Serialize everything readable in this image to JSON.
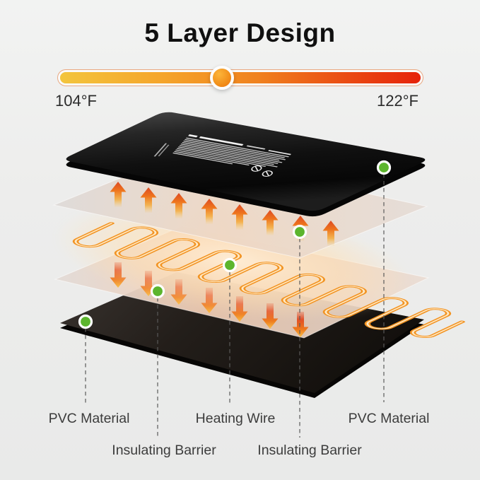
{
  "title": "5 Layer Design",
  "temperature_bar": {
    "min_label": "104°F",
    "max_label": "122°F",
    "indicator_position_pct": 48,
    "gradient_start": "#f3c53d",
    "gradient_end": "#e6220a",
    "knob_color": "#f18c18"
  },
  "layer_labels": [
    {
      "text": "PVC Material"
    },
    {
      "text": "Insulating Barrier"
    },
    {
      "text": "Heating Wire"
    },
    {
      "text": "Insulating Barrier"
    },
    {
      "text": "PVC Material"
    }
  ],
  "colors": {
    "background": "#edeeed",
    "title_color": "#101010",
    "label_color": "#3c3c3c",
    "callout_green": "#5cb52d",
    "wire_orange": "#f29322",
    "arrow_red": "#dc4a24",
    "arrow_orange": "#f6a528",
    "pad_black": "#121212"
  }
}
